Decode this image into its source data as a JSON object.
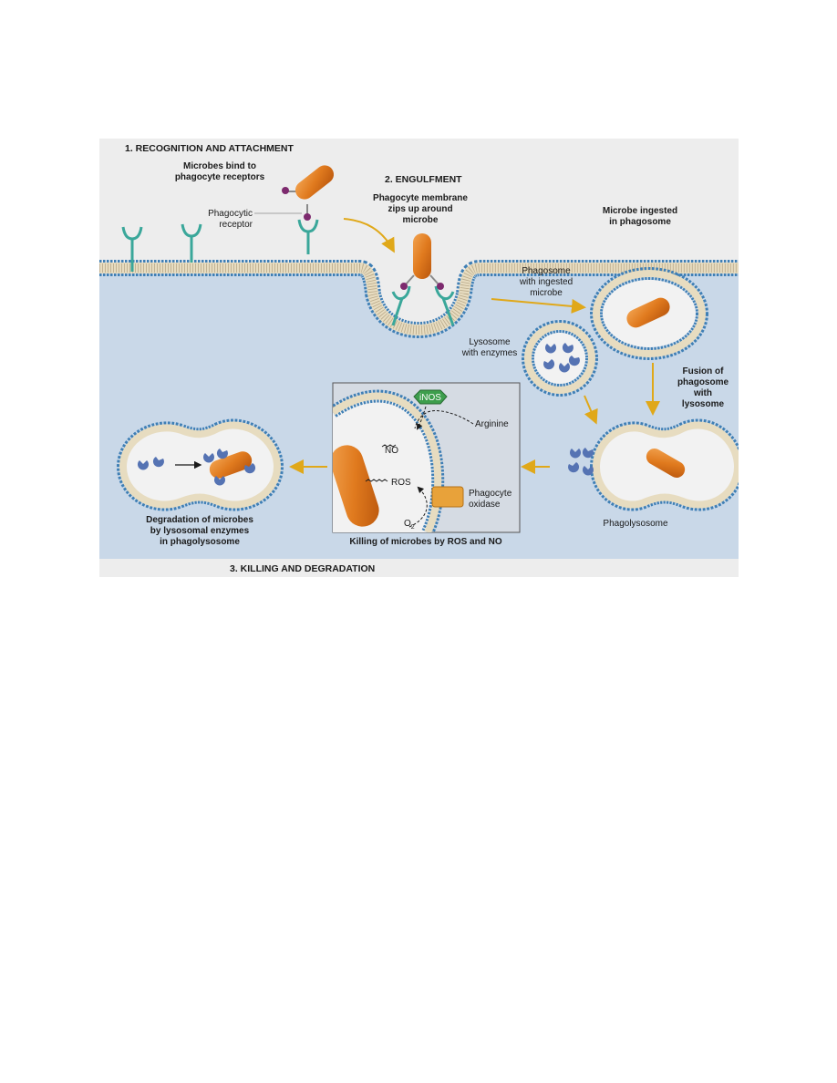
{
  "stages": {
    "recognition": "1. RECOGNITION AND ATTACHMENT",
    "engulfment": "2. ENGULFMENT",
    "killing": "3. KILLING AND DEGRADATION"
  },
  "labels": {
    "microbes_bind": [
      "Microbes bind to",
      "phagocyte receptors"
    ],
    "phagocytic_receptor": [
      "Phagocytic",
      "receptor"
    ],
    "membrane_zips": [
      "Phagocyte membrane",
      "zips up around",
      "microbe"
    ],
    "microbe_ingested": [
      "Microbe ingested",
      "in phagosome"
    ],
    "phagosome_with_microbe": [
      "Phagosome",
      "with ingested",
      "microbe"
    ],
    "lysosome": [
      "Lysosome",
      "with enzymes"
    ],
    "fusion": [
      "Fusion of",
      "phagosome",
      "with",
      "lysosome"
    ],
    "phagolysosome": "Phagolysosome",
    "killing_caption": "Killing of microbes by ROS and NO",
    "degradation": [
      "Degradation of microbes",
      "by lysosomal enzymes",
      "in phagolysosome"
    ],
    "inos": "iNOS",
    "arginine": "Arginine",
    "no": "NO",
    "ros": "ROS",
    "phagocyte_oxidase": [
      "Phagocyte",
      "oxidase"
    ],
    "o2": "O",
    "o2_sub": "2"
  },
  "colors": {
    "cytoplasm": "#c9d8e8",
    "membrane_head": "#3f7fb5",
    "membrane_tail": "#e7dcc0",
    "microbe": "#e07a1e",
    "microbe_dark": "#b9560d",
    "receptor": "#3aa79a",
    "ligand": "#7d2a6e",
    "enzyme": "#5573b3",
    "arrow": "#e0a819",
    "inos": "#3d9e4d",
    "oxidase": "#e8a23a"
  }
}
